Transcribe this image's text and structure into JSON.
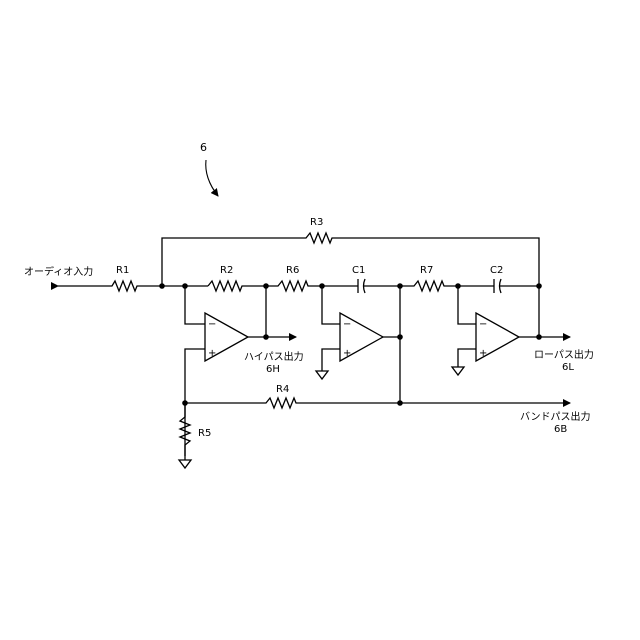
{
  "figure_ref": "6",
  "input_label": "オーディオ入力",
  "resistors": {
    "r1": "R1",
    "r2": "R2",
    "r3": "R3",
    "r4": "R4",
    "r5": "R5",
    "r6": "R6",
    "r7": "R7"
  },
  "capacitors": {
    "c1": "C1",
    "c2": "C2"
  },
  "opamp_signs": {
    "minus": "−",
    "plus": "+"
  },
  "outputs": {
    "highpass": {
      "label": "ハイパス出力",
      "ref": "6H"
    },
    "lowpass": {
      "label": "ローパス出力",
      "ref": "6L"
    },
    "bandpass": {
      "label": "バンドパス出力",
      "ref": "6B"
    }
  }
}
